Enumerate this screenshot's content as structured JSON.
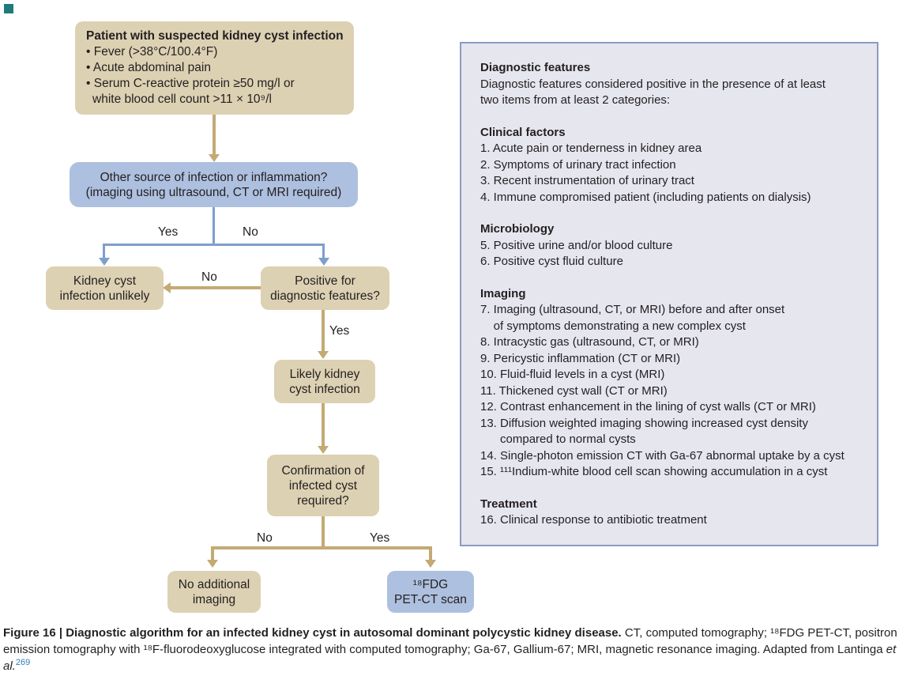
{
  "flow": {
    "intro": {
      "title": "Patient with suspected kidney cyst infection",
      "lines": [
        "• Fever (>38°C/100.4°F)",
        "• Acute abdominal pain",
        "• Serum C-reactive protein ≥50 mg/l or",
        "white blood cell count >11 × 10⁹/l"
      ]
    },
    "nodes": {
      "other_source": "Other source of infection or inflammation?\n(imaging using ultrasound, CT or MRI required)",
      "unlikely": "Kidney cyst\ninfection unlikely",
      "positive": "Positive for\ndiagnostic features?",
      "likely": "Likely kidney\ncyst infection",
      "confirmation": "Confirmation of\ninfected cyst\nrequired?",
      "no_imaging": "No additional\nimaging",
      "petct": "¹⁸FDG\nPET-CT scan"
    },
    "edge_labels": {
      "yes1": "Yes",
      "no1": "No",
      "no2": "No",
      "yes2": "Yes",
      "no3": "No",
      "yes3": "Yes"
    }
  },
  "panel": {
    "title": "Diagnostic features",
    "subtitle": "Diagnostic features considered positive in the presence of at least\ntwo items from at least 2 categories:",
    "sections": [
      {
        "heading": "Clinical factors",
        "items": [
          "1. Acute pain or tenderness in kidney area",
          "2. Symptoms of urinary tract infection",
          "3. Recent instrumentation of urinary tract",
          "4. Immune compromised patient (including patients on dialysis)"
        ]
      },
      {
        "heading": "Microbiology",
        "items": [
          "5. Positive urine and/or blood culture",
          "6. Positive cyst fluid culture"
        ]
      },
      {
        "heading": "Imaging",
        "items": [
          "7. Imaging (ultrasound, CT, or MRI) before and after onset\n    of symptoms demonstrating a new complex cyst",
          "8. Intracystic gas (ultrasound, CT, or MRI)",
          "9. Pericystic inflammation (CT or MRI)",
          "10. Fluid-fluid levels in a cyst (MRI)",
          "11. Thickened cyst wall (CT or MRI)",
          "12. Contrast enhancement in the lining of cyst walls (CT or MRI)",
          "13. Diffusion weighted imaging showing increased cyst density\n      compared to normal cysts",
          "14. Single-photon emission CT with Ga-67 abnormal uptake by a cyst",
          "15. ¹¹¹Indium-white blood cell scan showing accumulation in a cyst"
        ]
      },
      {
        "heading": "Treatment",
        "items": [
          "16. Clinical response to antibiotic treatment"
        ]
      }
    ]
  },
  "caption": {
    "bold": "Figure 16 | Diagnostic algorithm for an infected kidney cyst in autosomal dominant polycystic kidney disease.",
    "body": " CT, computed tomography; ¹⁸FDG PET-CT, positron emission tomography with ¹⁸F-fluorodeoxyglucose integrated with computed tomography; Ga-67, Gallium-67; MRI, magnetic resonance imaging. Adapted from Lantinga ",
    "italic": "et al.",
    "ref": "269"
  },
  "colors": {
    "box_tan": "#ddd1b3",
    "box_blue": "#aec0df",
    "arrow_tan": "#c3aa74",
    "arrow_blue": "#7e9fcd",
    "panel_bg": "#e6e6ef",
    "panel_border": "#8b9bc3",
    "text": "#231f20",
    "reference_link": "#2e7cb8",
    "corner_marker": "#1d7c78"
  }
}
